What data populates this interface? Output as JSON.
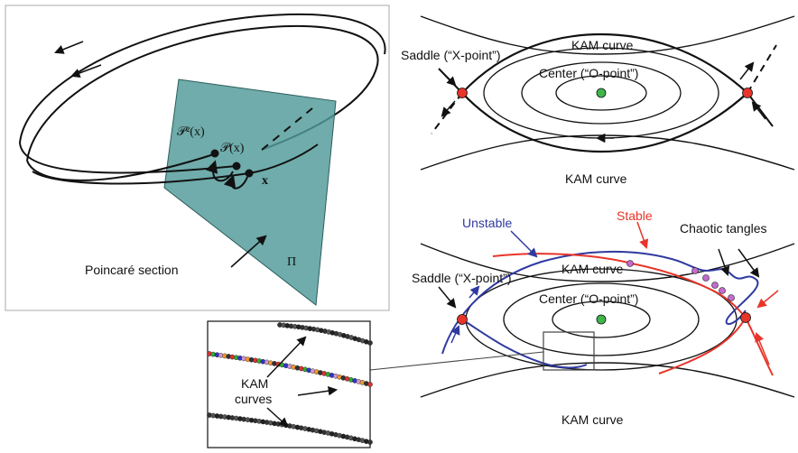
{
  "poincare": {
    "p2x": "𝒫²(x)",
    "px": "𝒫(x)",
    "x": "x",
    "pi": "Π",
    "section_label": "Poincaré section"
  },
  "upper_phase": {
    "saddle_label": "Saddle (“X-point”)",
    "center_label": "Center (“O-point”)",
    "kam_top": "KAM curve",
    "kam_bottom": "KAM curve"
  },
  "lower_phase": {
    "unstable_label": "Unstable",
    "stable_label": "Stable",
    "chaotic_label": "Chaotic tangles",
    "saddle_label": "Saddle (“X-point”)",
    "kam_mid": "KAM curve",
    "center_label": "Center (“O-point”)",
    "kam_bottom": "KAM curve"
  },
  "inset": {
    "label_line1": "KAM",
    "label_line2": "curves"
  },
  "colors": {
    "section_fill": "#4f9a98",
    "saddle": "#e8352a",
    "center": "#3fb54a",
    "unstable": "#2f3aa0",
    "stable": "#e8352a",
    "tangle_point": "#c46bd0"
  }
}
